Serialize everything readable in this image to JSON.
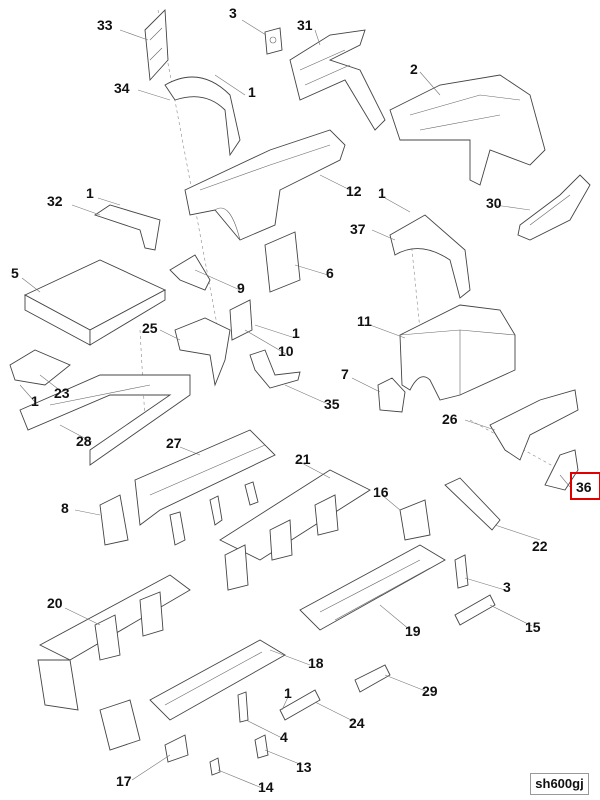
{
  "diagram": {
    "type": "exploded parts diagram",
    "highlight_color": "#e00000",
    "highlighted_label": "36",
    "drawing_code": "sh600gj",
    "labels": [
      "33",
      "3",
      "31",
      "34",
      "1",
      "2",
      "30",
      "1",
      "32",
      "12",
      "1",
      "37",
      "5",
      "9",
      "6",
      "25",
      "1",
      "11",
      "10",
      "23",
      "1",
      "7",
      "35",
      "26",
      "28",
      "27",
      "21",
      "36",
      "16",
      "8",
      "22",
      "20",
      "3",
      "19",
      "15",
      "18",
      "29",
      "1",
      "24",
      "4",
      "13",
      "17",
      "14"
    ]
  }
}
